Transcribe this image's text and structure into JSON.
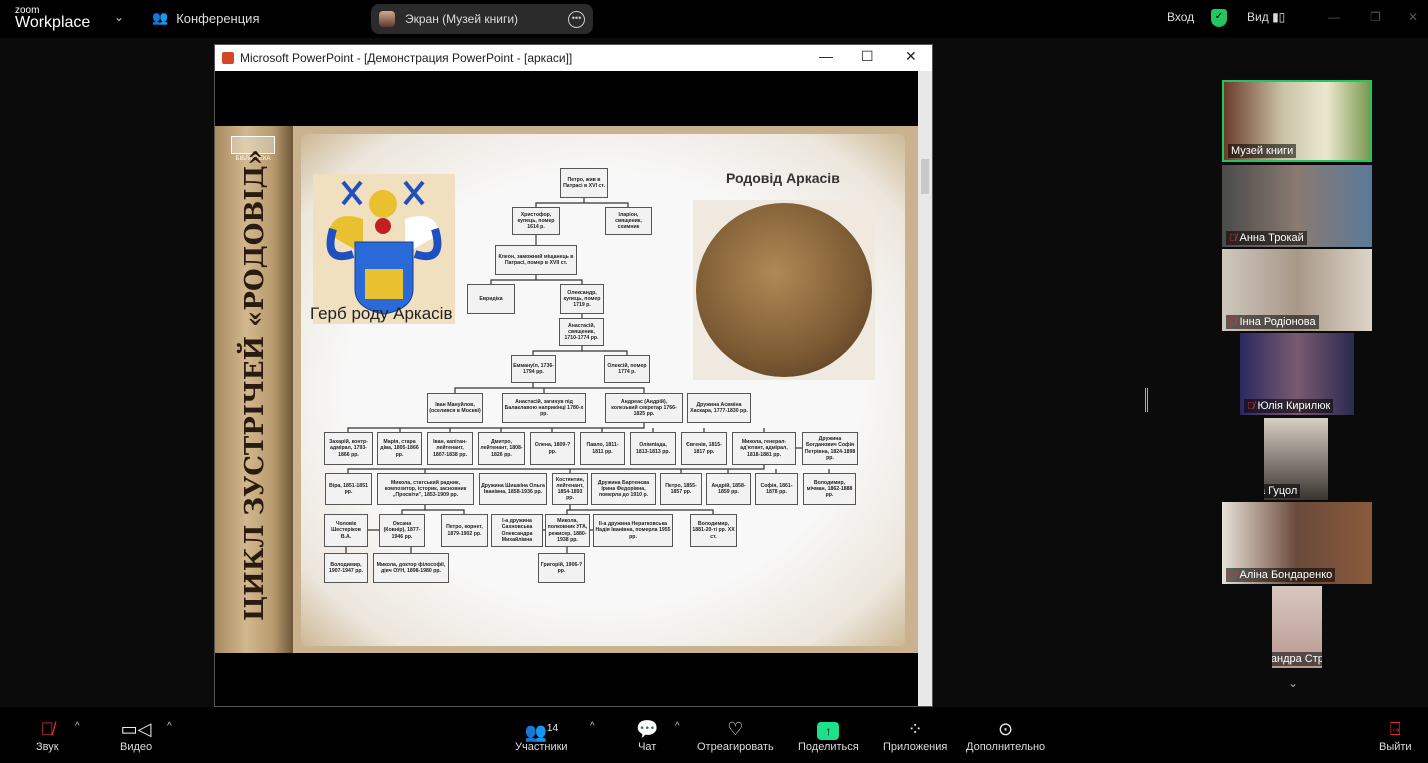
{
  "topbar": {
    "logo_small": "zoom",
    "logo_big": "Workplace",
    "meeting_label": "Конференция",
    "screen_share": "Экран (Музей книги)",
    "signin": "Вход",
    "view": "Вид"
  },
  "window": {
    "title": "Microsoft PowerPoint - [Демонстрация PowerPoint - [аркаси]]"
  },
  "slide": {
    "vertical_title": "ЦИКЛ ЗУСТРІЧЕЙ «РОДОВІД»",
    "library_label": "БІБЛІОТЕКА",
    "arms_caption": "Герб роду Аркасів",
    "right_title": "Родовід Аркасів",
    "tree": [
      "Петро, жив в Патрасі в XVI ст.",
      "Христофор, купець, помер 1614 р.",
      "Іларіон, священик, схимник",
      "Клеон, заможний міщанець в Патрасі, помер в XVII ст.",
      "Евридіка",
      "Олександр, купець, помер 1719 р.",
      "Анастасій, священик, 1710-1774 рр.",
      "Еммануїл, 1736-1794 рр.",
      "Олексій, помер 1774 р.",
      "Іван Мануйлов, (оселився в Москві)",
      "Анастасій, загинув під Балаклавою наприкінці 1780-х рр.",
      "Андреас (Андрій), колезький секретар 1766-1825 рр.",
      "Дружина Асвміна Хаскара, 1777-1830 рр.",
      "Захарій, контр-адмірал, 1793-1866 рр.",
      "Марія, стара діва, 1805-1866 рр.",
      "Іван, капітан-лейтенант, 1807-1838 рр.",
      "Дмитро, лейтенант, 1808-1826 рр.",
      "Олена, 1809-? рр.",
      "Павло, 1811-1811 рр.",
      "Олімпіада, 1813-1813 рр.",
      "Євгенія, 1815-1817 рр.",
      "Микола, генерал-ад'ютант, адмірал, 1818-1881 рр.",
      "Дружина Богданович Софія Петрівна, 1824-1898 рр.",
      "Віра, 1851-1851 рр.",
      "Микола, статський радник, композитор, історик, засновник „Просвіти”, 1853-1909 рр.",
      "Дружина Шишкіна Ольга Іванівна, 1858-1936 рр.",
      "Костянтин, лейтенант, 1854-1893 рр.",
      "Дружина Бартенєва Ірина Федорівна, померла до 1910 р.",
      "Петро, 1855-1857 рр.",
      "Андрій, 1858-1859 рр.",
      "Софія, 1861-1878 рр.",
      "Володимир, мічман, 1862-1888 рр.",
      "Чоловік Шестеріков В.А.",
      "Оксана (Ковнір), 1877-1946 рр.",
      "Петро, корнет, 1879-1902 рр.",
      "I-а дружина Сахновська Олександра Михайлівна",
      "Микола, полковник УГА, режисер, 1880-1938 рр.",
      "II-а дружина Нератковська Надія Іванівна, померла 1955 рр.",
      "Володимир, 1881-20-ті рр. XX ст.",
      "Володимир, 1907-1947 рр.",
      "Микола, доктор філософії, діяч ОУН, 1898-1980 рр.",
      "Григорій, 1906-? рр."
    ]
  },
  "participants": [
    {
      "name": "Музей книги",
      "muted": false,
      "active": true
    },
    {
      "name": "Анна Трокай",
      "muted": true
    },
    {
      "name": "Інна Родіонова",
      "muted": true
    },
    {
      "name": "Юлія Кирилюк",
      "muted": true
    },
    {
      "name": "Анна Гуцол",
      "muted": true
    },
    {
      "name": "Аліна Бондаренко",
      "muted": true
    },
    {
      "name": "Олександра Стройна",
      "muted": true
    }
  ],
  "toolbar": {
    "audio": "Звук",
    "video": "Видео",
    "participants": "Участники",
    "participants_count": "14",
    "chat": "Чат",
    "react": "Отреагировать",
    "share": "Поделиться",
    "apps": "Приложения",
    "more": "Дополнительно",
    "leave": "Выйти"
  },
  "colors": {
    "accent": "#1de08a",
    "leave": "#e0303a",
    "active_border": "#22c55e"
  }
}
